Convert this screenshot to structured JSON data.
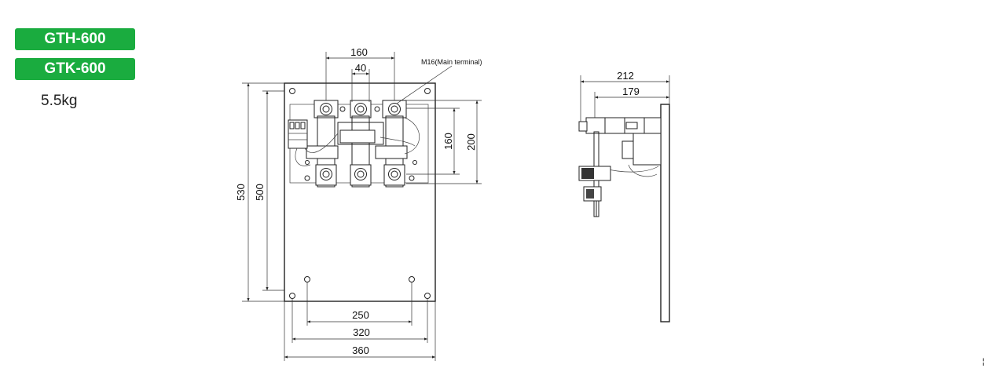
{
  "models": [
    {
      "label": "GTH-600",
      "color": "#1aac3f"
    },
    {
      "label": "GTK-600",
      "color": "#1aac3f"
    }
  ],
  "weight": "5.5kg",
  "front_view": {
    "dims": {
      "top_160": "160",
      "top_40": "40",
      "height_530": "530",
      "height_500": "500",
      "right_160": "160",
      "right_200": "200",
      "bottom_250": "250",
      "bottom_320": "320",
      "bottom_360": "360"
    },
    "callout": "M16(Main terminal)"
  },
  "side_view": {
    "dims": {
      "top_212": "212",
      "top_179": "179"
    }
  },
  "corner_mark": "¦"
}
